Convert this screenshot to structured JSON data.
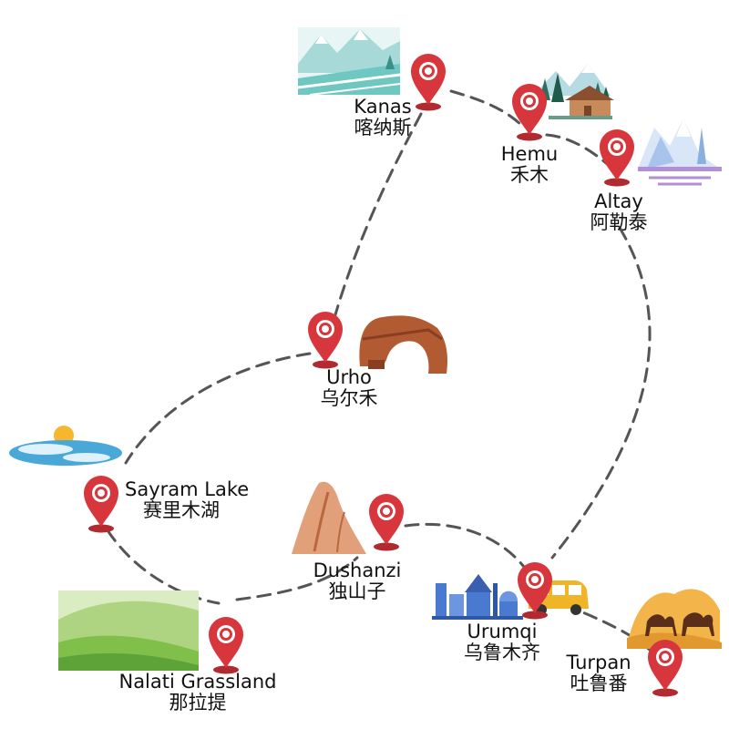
{
  "map": {
    "route_color": "#555555",
    "pin_color": "#d6363c",
    "stops": [
      {
        "id": "kanas",
        "en": "Kanas",
        "zh": "喀纳斯",
        "icon": "snowy-river-landscape-icon"
      },
      {
        "id": "hemu",
        "en": "Hemu",
        "zh": "禾木",
        "icon": "forest-village-icon"
      },
      {
        "id": "altay",
        "en": "Altay",
        "zh": "阿勒泰",
        "icon": "snow-mountains-icon"
      },
      {
        "id": "urho",
        "en": "Urho",
        "zh": "乌尔禾",
        "icon": "rock-arch-icon"
      },
      {
        "id": "sayram",
        "en": "Sayram Lake",
        "zh": "赛里木湖",
        "icon": "lake-sunrise-icon"
      },
      {
        "id": "dushanzi",
        "en": "Dushanzi",
        "zh": "独山子",
        "icon": "canyon-peak-icon"
      },
      {
        "id": "urumqi",
        "en": "Urumqi",
        "zh": "乌鲁木齐",
        "icon": "city-skyline-icon"
      },
      {
        "id": "turpan",
        "en": "Turpan",
        "zh": "吐鲁番",
        "icon": "desert-camels-icon"
      },
      {
        "id": "nalati",
        "en": "Nalati Grassland",
        "zh": "那拉提",
        "icon": "green-hills-icon"
      }
    ]
  }
}
